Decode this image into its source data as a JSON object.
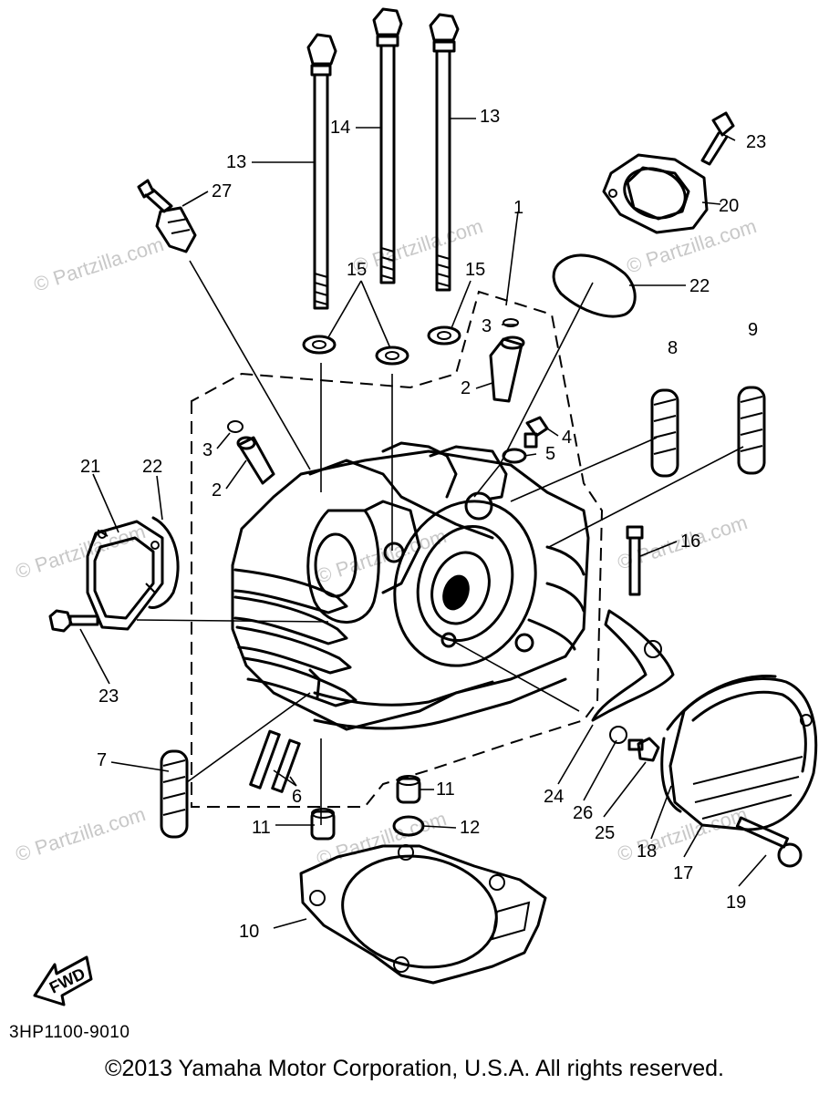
{
  "diagram": {
    "part_code": "3HP1100-9010",
    "copyright": "©2013  Yamaha Motor Corporation, U.S.A. All rights reserved.",
    "fwd_label": "FWD",
    "watermark_text": "© Partzilla.com",
    "callouts": {
      "c1": "1",
      "c2a": "2",
      "c2b": "2",
      "c3a": "3",
      "c3b": "3",
      "c4": "4",
      "c5": "5",
      "c6": "6",
      "c7": "7",
      "c8": "8",
      "c9": "9",
      "c10": "10",
      "c11a": "11",
      "c11b": "11",
      "c12": "12",
      "c13a": "13",
      "c13b": "13",
      "c14": "14",
      "c15a": "15",
      "c15b": "15",
      "c16": "16",
      "c17": "17",
      "c18": "18",
      "c19": "19",
      "c20": "20",
      "c21": "21",
      "c22a": "22",
      "c22b": "22",
      "c23a": "23",
      "c23b": "23",
      "c24": "24",
      "c25": "25",
      "c26": "26",
      "c27": "27"
    }
  }
}
